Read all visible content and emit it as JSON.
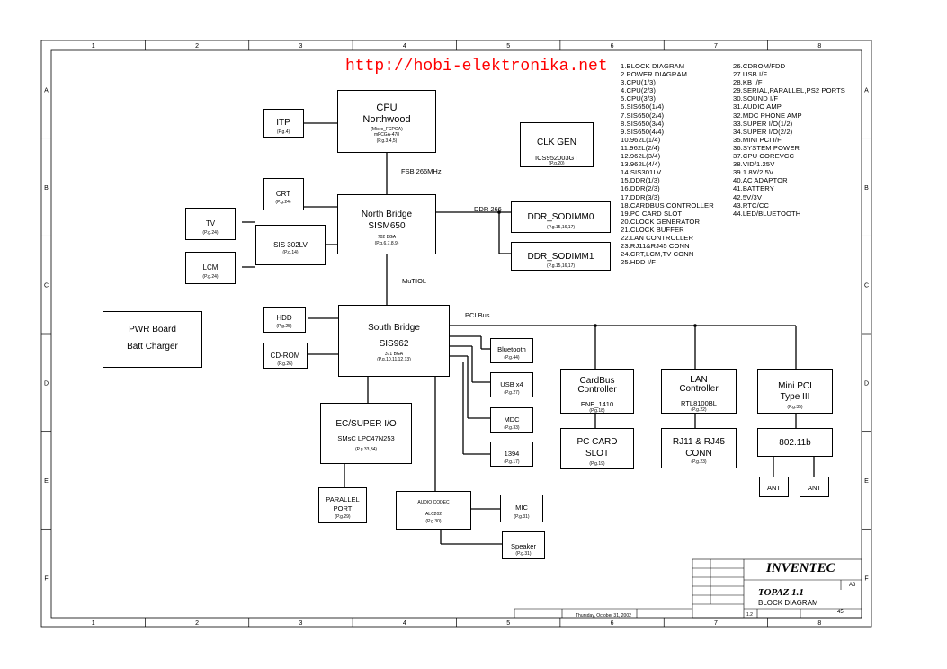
{
  "watermark": "http://hobi-elektronika.net",
  "frame": {
    "cols": [
      "1",
      "2",
      "3",
      "4",
      "5",
      "6",
      "7",
      "8"
    ],
    "rows": [
      "A",
      "B",
      "C",
      "D",
      "E",
      "F"
    ]
  },
  "blocks": {
    "cpu": {
      "title1": "CPU",
      "title2": "Northwood",
      "sub1": "(Micro_FCPGA)",
      "sub2": "mFCGA-478",
      "ref": "(P.g.3,4,5)"
    },
    "itp": {
      "title": "ITP",
      "ref": "(P.g.4)"
    },
    "clkgen": {
      "title": "CLK GEN",
      "sub": "ICS952003GT",
      "ref": "(P.g.20)"
    },
    "crt": {
      "title": "CRT",
      "ref": "(P.g.24)"
    },
    "tv": {
      "title": "TV",
      "ref": "(P.g.24)"
    },
    "lcm": {
      "title": "LCM",
      "ref": "(P.g.24)"
    },
    "sis302": {
      "title": "SIS 302LV",
      "ref": "(P.g.14)"
    },
    "northbridge": {
      "title1": "North Bridge",
      "title2": "SISM650",
      "sub": "702 BGA",
      "ref": "(P.g.6,7,8,9)"
    },
    "ddr0": {
      "title": "DDR_SODIMM0",
      "ref": "(P.g.15,16,17)"
    },
    "ddr1": {
      "title": "DDR_SODIMM1",
      "ref": "(P.g.15,16,17)"
    },
    "pwr": {
      "title1": "PWR Board",
      "title2": "Batt Charger"
    },
    "hdd": {
      "title": "HDD",
      "ref": "(P.g.25)"
    },
    "cdrom": {
      "title": "CD-ROM",
      "ref": "(P.g.26)"
    },
    "southbridge": {
      "title1": "South Bridge",
      "title2": "SIS962",
      "sub": "371 BGA",
      "ref": "(P.g.10,11,12,13)"
    },
    "bluetooth": {
      "title": "Bluetooth",
      "ref": "(P.g.44)"
    },
    "usb": {
      "title": "USB x4",
      "ref": "(P.g.27)"
    },
    "mdc": {
      "title": "MDC",
      "ref": "(P.g.33)"
    },
    "ieee1394": {
      "title": "1394",
      "ref": "(P.g.17)"
    },
    "ecsuper": {
      "title": "EC/SUPER I/O",
      "sub": "SMsC LPC47N253",
      "ref": "(P.g.33,34)"
    },
    "parallel": {
      "title1": "PARALLEL",
      "title2": "PORT",
      "ref": "(P.g.29)"
    },
    "audio": {
      "title": "AUDIO CODEC",
      "sub": "ALC202",
      "ref": "(P.g.30)"
    },
    "mic": {
      "title": "MIC",
      "ref": "(P.g.31)"
    },
    "speaker": {
      "title": "Speaker",
      "ref": "(P.g.31)"
    },
    "cardbus": {
      "title1": "CardBus",
      "title2": "Controller",
      "sub": "ENE_1410",
      "ref": "(P.g.18)"
    },
    "pccard": {
      "title1": "PC CARD",
      "title2": "SLOT",
      "ref": "(P.g.19)"
    },
    "lan": {
      "title1": "LAN",
      "title2": "Controller",
      "sub": "RTL8100BL",
      "ref": "(P.g.22)"
    },
    "rj": {
      "title1": "RJ11 & RJ45",
      "title2": "CONN",
      "ref": "(P.g.23)"
    },
    "minipci": {
      "title1": "Mini PCI",
      "title2": "Type III",
      "ref": "(P.g.35)"
    },
    "wlan": {
      "title": "802.11b"
    },
    "ant1": {
      "title": "ANT"
    },
    "ant2": {
      "title": "ANT"
    }
  },
  "buses": {
    "fsb": "FSB 266MHz",
    "ddr": "DDR 266",
    "mutiol": "MuTIOL",
    "pci": "PCI Bus"
  },
  "index_left": [
    "1.BLOCK DIAGRAM",
    "2.POWER DIAGRAM",
    "3.CPU(1/3)",
    "4.CPU(2/3)",
    "5.CPU(3/3)",
    "6.SIS650(1/4)",
    "7.SIS650(2/4)",
    "8.SIS650(3/4)",
    "9.SIS650(4/4)",
    "10.962L(1/4)",
    "11.962L(2/4)",
    "12.962L(3/4)",
    "13.962L(4/4)",
    "14.SIS301LV",
    "15.DDR(1/3)",
    "16.DDR(2/3)",
    "17.DDR(3/3)",
    "18.CARDBUS CONTROLLER",
    "19.PC CARD SLOT",
    "20.CLOCK GENERATOR",
    "21.CLOCK BUFFER",
    "22.LAN CONTROLLER",
    "23.RJ11&RJ45 CONN",
    "24.CRT,LCM,TV CONN",
    "25.HDD I/F"
  ],
  "index_right": [
    "26.CDROM/FDD",
    "27.USB I/F",
    "28.KB I/F",
    "29.SERIAL,PARALLEL,PS2 PORTS",
    "30.SOUND I/F",
    "31.AUDIO AMP",
    "32.MDC PHONE AMP",
    "33.SUPER I/O(1/2)",
    "34.SUPER I/O(2/2)",
    "35.MINI PCI I/F",
    "36.SYSTEM POWER",
    "37.CPU COREVCC",
    "38.VID/1.25V",
    "39.1.8V/2.5V",
    "40.AC ADAPTOR",
    "41.BATTERY",
    "42.5V/3V",
    "43.RTC/CC",
    "44.LED/BLUETOOTH"
  ],
  "titleblock": {
    "company": "INVENTEC",
    "project": "TOPAZ 1.1",
    "doc_title": "BLOCK DIAGRAM",
    "size": "A3",
    "sheet": "45",
    "rev": "1.2",
    "date": "Thursday, October 31, 2002"
  }
}
